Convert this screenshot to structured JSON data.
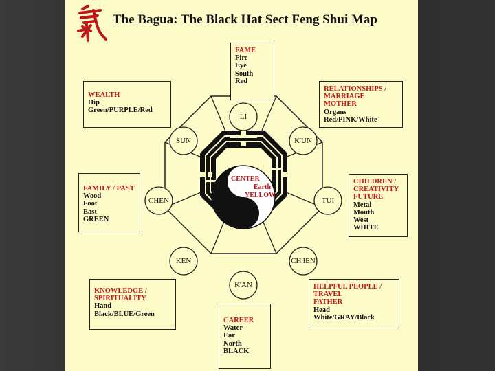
{
  "title": "The Bagua: The Black Hat Sect Feng Shui Map",
  "trigrams": {
    "li": "LI",
    "kun": "K'UN",
    "tui": "TUI",
    "chien": "CH'IEN",
    "kan": "K'AN",
    "ken": "KEN",
    "chen": "CHEN",
    "sun": "SUN"
  },
  "center": {
    "heading": "CENTER",
    "element": "Earth",
    "color": "YELLOW"
  },
  "areas": {
    "fame": {
      "heading": "FAME",
      "lines": [
        "Fire",
        "Eye",
        "South",
        "Red"
      ]
    },
    "relationships": {
      "heading": [
        "RELATIONSHIPS /",
        "MARRIAGE",
        "MOTHER"
      ],
      "lines": [
        "Organs",
        "Red/PINK/White"
      ]
    },
    "children": {
      "heading": [
        "CHILDREN /",
        "CREATIVITY",
        "FUTURE"
      ],
      "lines": [
        "Metal",
        "Mouth",
        "West",
        "WHITE"
      ]
    },
    "helpful": {
      "heading": [
        "HELPFUL PEOPLE /",
        "TRAVEL",
        "FATHER"
      ],
      "lines": [
        "Head",
        "White/GRAY/Black"
      ]
    },
    "career": {
      "heading": "CAREER",
      "lines": [
        "Water",
        "Ear",
        "North",
        "BLACK"
      ]
    },
    "knowledge": {
      "heading": [
        "KNOWLEDGE /",
        "SPIRITUALITY"
      ],
      "lines": [
        "Hand",
        "Black/BLUE/Green"
      ]
    },
    "family": {
      "heading": "FAMILY / PAST",
      "lines": [
        "Wood",
        "Foot",
        "East",
        "GREEN"
      ]
    },
    "wealth": {
      "heading": "WEALTH",
      "lines": [
        "Hip",
        "Green/PURPLE/Red"
      ]
    }
  },
  "colors": {
    "paper": "#fdfcc9",
    "heading_red": "#c0181a",
    "ink": "#111111"
  }
}
